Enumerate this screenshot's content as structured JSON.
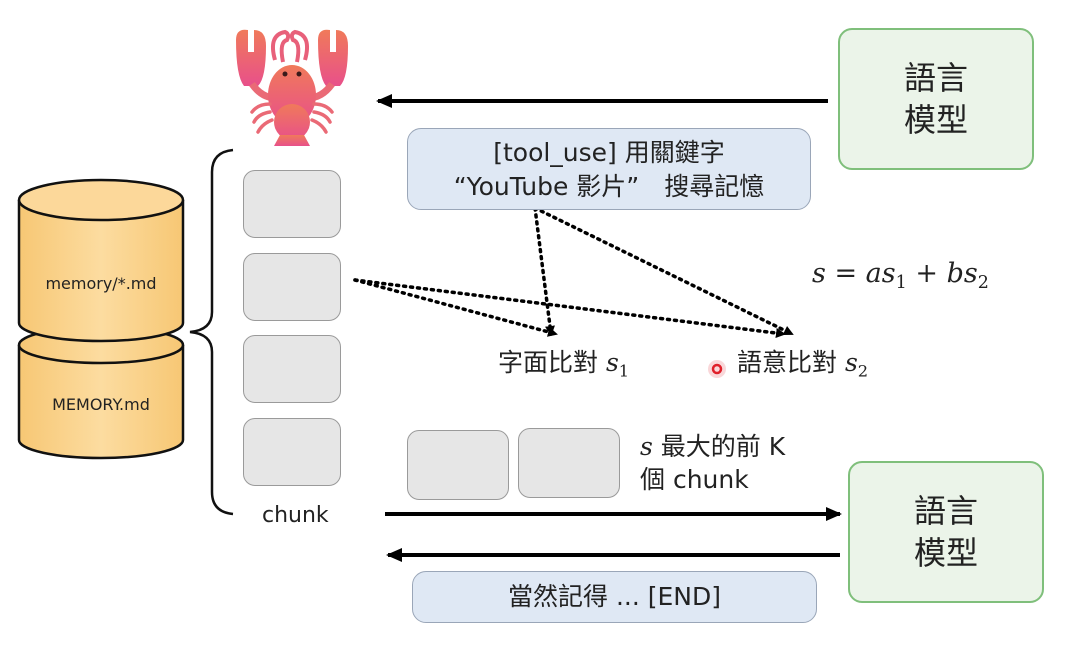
{
  "agent_icon": "lobster-icon",
  "language_model_top": {
    "line1": "語言",
    "line2": "模型"
  },
  "language_model_bottom": {
    "line1": "語言",
    "line2": "模型"
  },
  "tool_use_box": {
    "line1": "[tool_use] 用關鍵字",
    "line2": "“YouTube 影片”　搜尋記憶"
  },
  "database": {
    "top_label": "memory/*.md",
    "bottom_label": "MEMORY.md"
  },
  "chunks": {
    "label": "chunk",
    "count": 4
  },
  "formula": {
    "s": "s",
    "eq": " = ",
    "a": "a",
    "s1": "s",
    "s1_sub": "1",
    "plus": " + ",
    "b": "b",
    "s2": "s",
    "s2_sub": "2"
  },
  "lexical_match": {
    "text": "字面比對 ",
    "var": "s",
    "sub": "1"
  },
  "semantic_match": {
    "text": "語意比對 ",
    "var": "s",
    "sub": "2"
  },
  "topk": {
    "var": "s",
    "line1_rest": " 最大的前 K",
    "line2": "個 chunk"
  },
  "response_box": {
    "text": "當然記得 ... [END]"
  },
  "colors": {
    "model_fill": "#ebf4e9",
    "model_border": "#7fbf7b",
    "blue_fill": "#dfe8f4",
    "db_fill": "#fbd58f",
    "chunk_fill": "#e6e6e6",
    "pointer": "#e0202a"
  }
}
